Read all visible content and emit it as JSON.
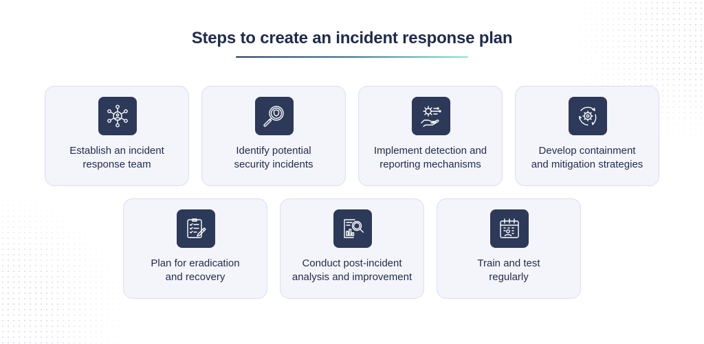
{
  "title": "Steps to create an incident response plan",
  "colors": {
    "title_text": "#1f2a4d",
    "icon_background": "#2c3958",
    "card_background": "#f4f4fb",
    "card_border": "#dcdcf0",
    "accent_gradient": [
      "#26335a",
      "#8fe3d6"
    ]
  },
  "steps": [
    {
      "icon": "team-network-icon",
      "line1": "Establish an incident",
      "line2": "response team"
    },
    {
      "icon": "magnifier-shield-icon",
      "line1": "Identify potential",
      "line2": "security incidents"
    },
    {
      "icon": "gear-hand-detection-icon",
      "line1": "Implement detection and",
      "line2": "reporting mechanisms"
    },
    {
      "icon": "circular-gear-cycle-icon",
      "line1": "Develop containment",
      "line2": "and mitigation strategies"
    },
    {
      "icon": "checklist-pen-icon",
      "line1": "Plan for eradication",
      "line2": "and recovery"
    },
    {
      "icon": "report-magnifier-icon",
      "line1": "Conduct post-incident",
      "line2": "analysis and improvement"
    },
    {
      "icon": "calendar-person-icon",
      "line1": "Train and test",
      "line2": "regularly"
    }
  ]
}
